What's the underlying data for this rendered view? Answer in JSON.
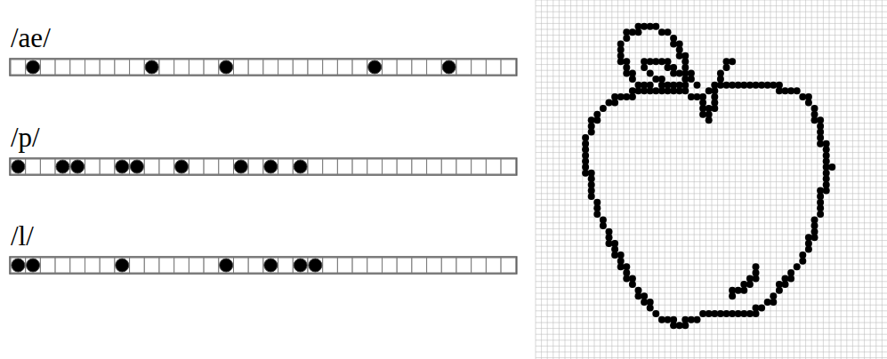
{
  "diagram": {
    "labels": [
      "/ae/",
      "/p/",
      "/l/"
    ]
  }
}
